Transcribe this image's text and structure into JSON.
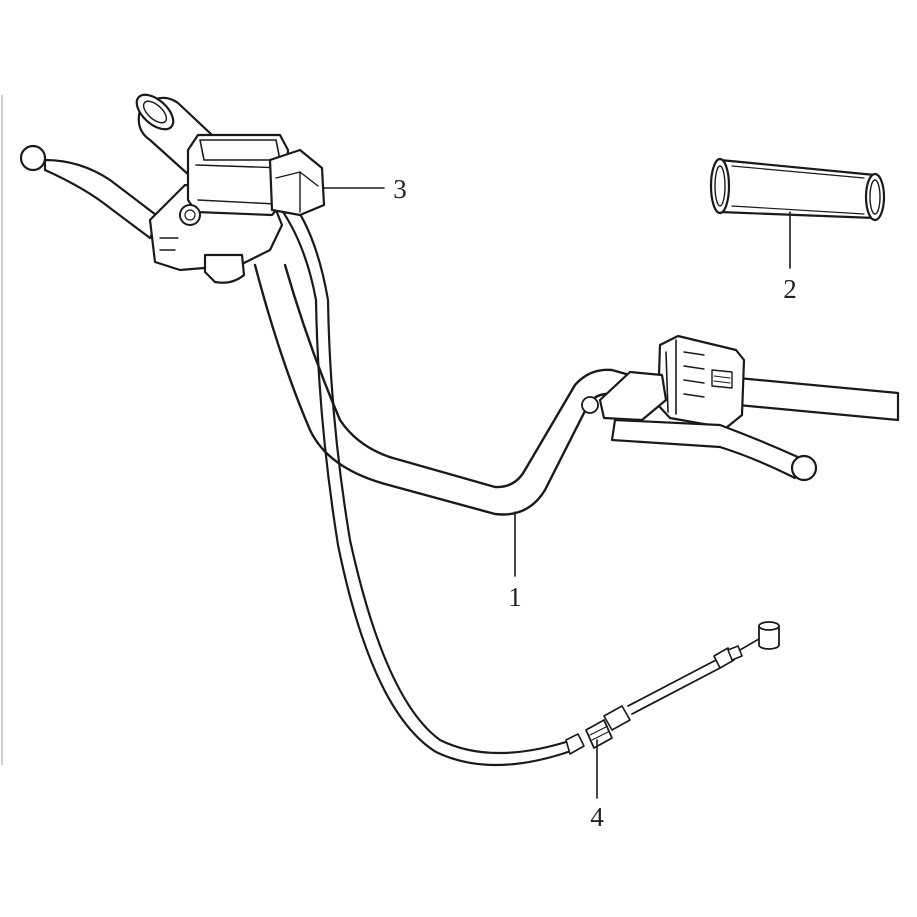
{
  "diagram": {
    "parts": [
      {
        "id": "handlebar",
        "callout": "1"
      },
      {
        "id": "grip",
        "callout": "2"
      },
      {
        "id": "brake-master-cylinder",
        "callout": "3"
      },
      {
        "id": "throttle-cable",
        "callout": "4"
      }
    ],
    "colors": {
      "ink": "#1a1a1a",
      "background": "#ffffff"
    }
  }
}
